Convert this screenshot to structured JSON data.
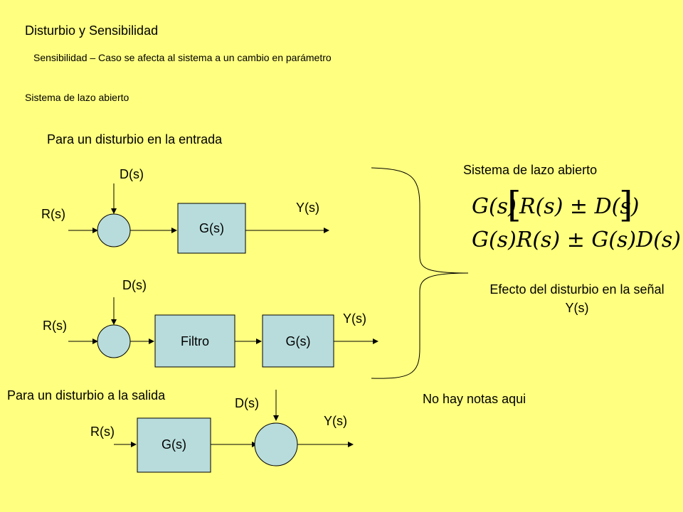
{
  "header": {
    "title": "Disturbio y Sensibilidad",
    "subtitle": "Sensibilidad – Caso se afecta al sistema a un cambio en parámetro",
    "section": "Sistema de lazo abierto"
  },
  "diagram1": {
    "heading": "Para un disturbio en la entrada",
    "input": "R(s)",
    "disturbance": "D(s)",
    "block": "G(s)",
    "output": "Y(s)"
  },
  "diagram2": {
    "input": "R(s)",
    "disturbance": "D(s)",
    "block1": "Filtro",
    "block2": "G(s)",
    "output": "Y(s)"
  },
  "diagram3": {
    "heading": "Para un disturbio a la salida",
    "input": "R(s)",
    "disturbance": "D(s)",
    "block": "G(s)",
    "output": "Y(s)"
  },
  "right": {
    "heading": "Sistema de lazo abierto",
    "equation1": "G(s)[R(s) ± D(s)]",
    "equation2": "G(s)R(s) ± G(s)D(s)",
    "effect": "Efecto del disturbio en la señal Y(s)",
    "notes": "No hay notas aqui"
  }
}
